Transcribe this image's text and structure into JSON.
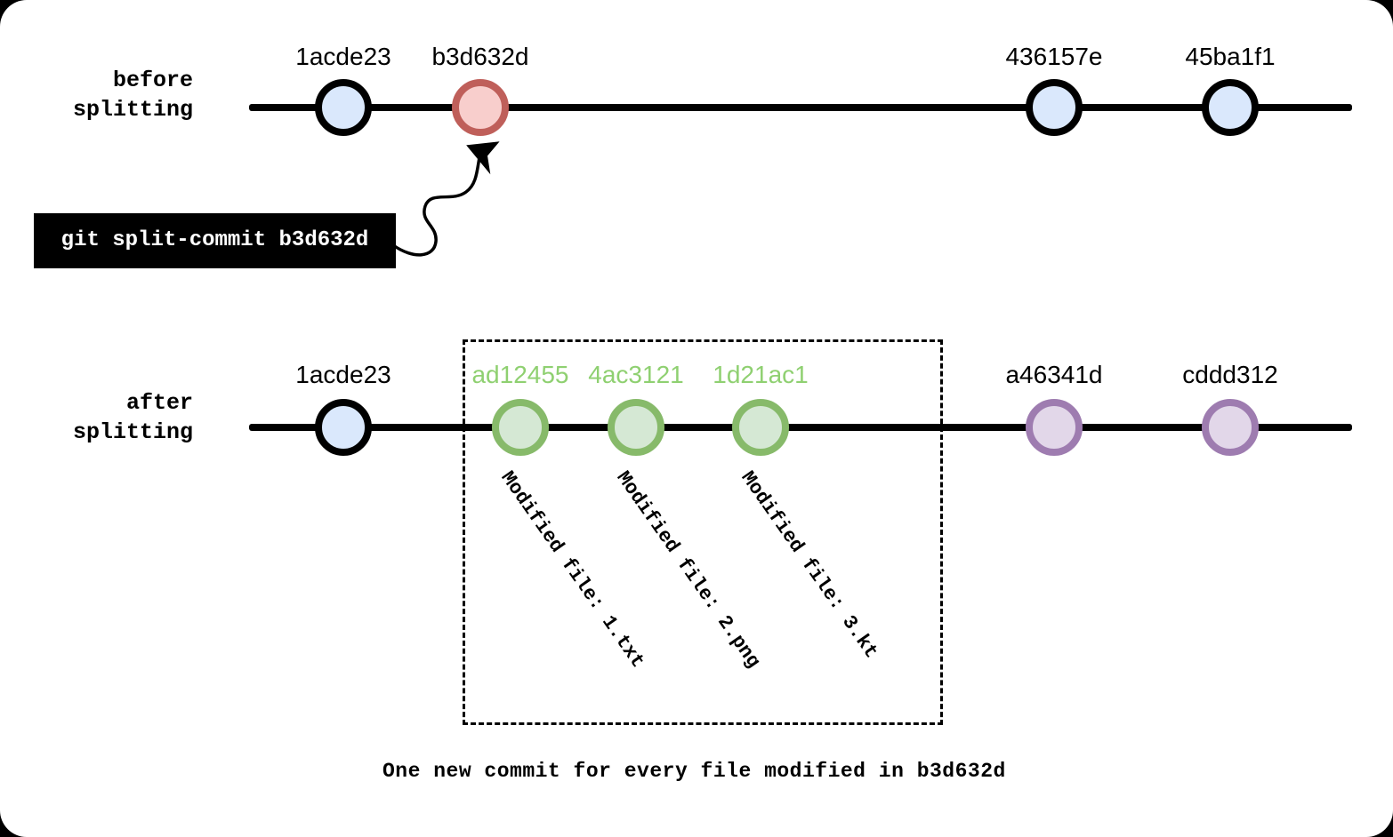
{
  "colors": {
    "background": "#ffffff",
    "page_surround": "#000000",
    "timeline": "#000000",
    "blue_commit_fill": "#dae8fc",
    "blue_commit_border": "#000000",
    "red_commit_fill": "#f8cecc",
    "red_commit_border": "#bf5f5a",
    "green_commit_fill": "#d5e8d4",
    "green_commit_border": "#87ba6a",
    "green_label_text": "#8fd071",
    "purple_commit_fill": "#e2d7e9",
    "purple_commit_border": "#9e7cb0",
    "command_box_bg": "#000000",
    "command_box_text": "#ffffff"
  },
  "before": {
    "label_line1": "before",
    "label_line2": "splitting",
    "commits": [
      {
        "hash": "1acde23",
        "type": "normal"
      },
      {
        "hash": "b3d632d",
        "type": "target"
      },
      {
        "hash": "436157e",
        "type": "normal"
      },
      {
        "hash": "45ba1f1",
        "type": "normal"
      }
    ],
    "command": "git split-commit b3d632d"
  },
  "after": {
    "label_line1": "after",
    "label_line2": "splitting",
    "first_commit": {
      "hash": "1acde23",
      "type": "normal"
    },
    "split_commits": [
      {
        "hash": "ad12455",
        "file_note": "Modified file: 1.txt"
      },
      {
        "hash": "4ac3121",
        "file_note": "Modified file: 2.png"
      },
      {
        "hash": "1d21ac1",
        "file_note": "Modified file: 3.kt"
      }
    ],
    "rewritten_commits": [
      {
        "hash": "a46341d"
      },
      {
        "hash": "cddd312"
      }
    ]
  },
  "caption": "One new commit for every file modified in b3d632d"
}
